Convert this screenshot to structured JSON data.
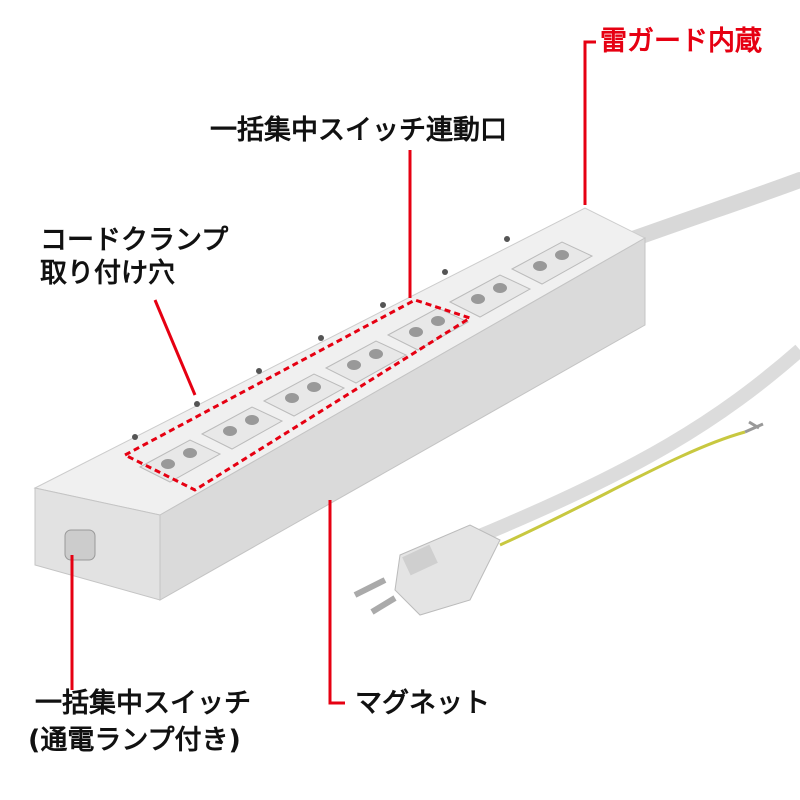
{
  "labels": {
    "lightning_guard": "雷ガード内蔵",
    "switch_link_port": "一括集中スイッチ連動口",
    "cord_clamp_line1": "コードクランプ",
    "cord_clamp_line2": "取り付け穴",
    "master_switch_line1": "一括集中スイッチ",
    "master_switch_line2": "(通電ランプ付き)",
    "magnet": "マグネット"
  },
  "colors": {
    "accent": "#e60012",
    "product": "#e6e6e6",
    "text": "#111111"
  }
}
